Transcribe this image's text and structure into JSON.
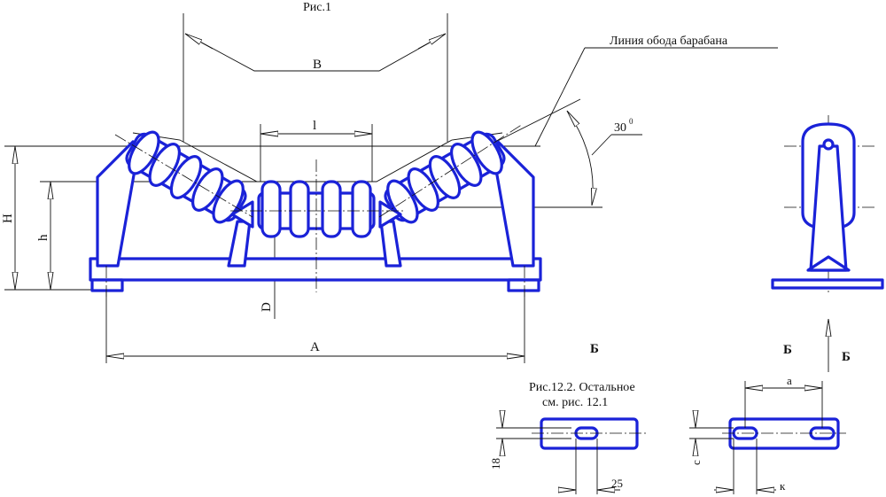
{
  "figure": {
    "title": "Рис.1",
    "label_drum_line": "Линия обода барабана",
    "angle": "30",
    "angle_sup": "0"
  },
  "dimensions": {
    "B": "B",
    "l": "l",
    "H": "H",
    "h": "h",
    "D": "D",
    "A": "A"
  },
  "views": {
    "view_b_left": "Б",
    "view_b_mid": "Б",
    "view_b_arrow": "Б"
  },
  "note": {
    "line1": "Рис.12.2. Остальное",
    "line2": "см. рис. 12.1"
  },
  "details": {
    "dim_18": "18",
    "dim_25": "25",
    "dim_a": "a",
    "dim_c": "c",
    "dim_k": "к"
  },
  "colors": {
    "part_stroke": "#1a22d8",
    "dimension_lines": "#111111"
  }
}
